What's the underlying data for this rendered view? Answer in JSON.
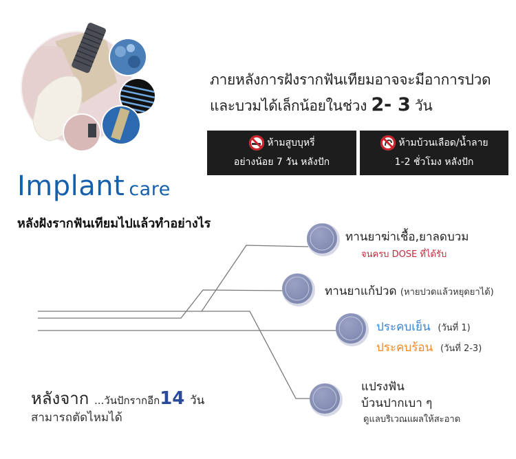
{
  "intro": {
    "line1": "ภายหลังการฝังรากฟันเทียมอาจจะมีอาการปวด",
    "line2_prefix": "และบวมได้เล็กน้อยในช่วง",
    "line2_days": "2- 3",
    "line2_suffix": "วัน"
  },
  "warnings": [
    {
      "icon": "no-smoking-icon",
      "title": "ห้ามสูบบุหรี่",
      "detail": "อย่างน้อย 7 วัน หลังปัก"
    },
    {
      "icon": "no-spitting-icon",
      "title": "ห้ามบ้วนเลือด/น้ำลาย",
      "detail": "1-2 ชั่วโมง หลังปัก"
    }
  ],
  "brand": {
    "main": "Implant",
    "sub": "care"
  },
  "subtitle": "หลังฝังรากฟันเทียมไปแล้วทำอย่างไร",
  "steps": {
    "s1": {
      "title": "ทานยาฆ่าเชื้อ,ยาลดบวม",
      "note": "จนครบ DOSE ที่ได้รับ"
    },
    "s2": {
      "title": "ทานยาแก้ปวด",
      "note": "(หายปวดแล้วหยุดยาได้)"
    },
    "s3": {
      "cold": "ประคบเย็น",
      "cold_note": "(วันที่ 1)",
      "hot": "ประคบร้อน",
      "hot_note": "(วันที่ 2-3)"
    },
    "s4": {
      "line1": "แปรงฟัน",
      "line2": "บ้วนปากเบา ๆ",
      "note": "ดูแลบริเวณแผลให้สะอาด"
    }
  },
  "bottom": {
    "big": "หลังจาก",
    "small": "...วันปักรากอีก",
    "num": "14",
    "unit": "วัน",
    "line2": "สามารถตัดไหมได้"
  },
  "colors": {
    "brand": "#1560ad",
    "circle": "#8a93b8",
    "warn_bg": "#1d1d1d",
    "red": "#c8283c",
    "blue": "#3a85cc",
    "orange": "#f08a2a"
  }
}
